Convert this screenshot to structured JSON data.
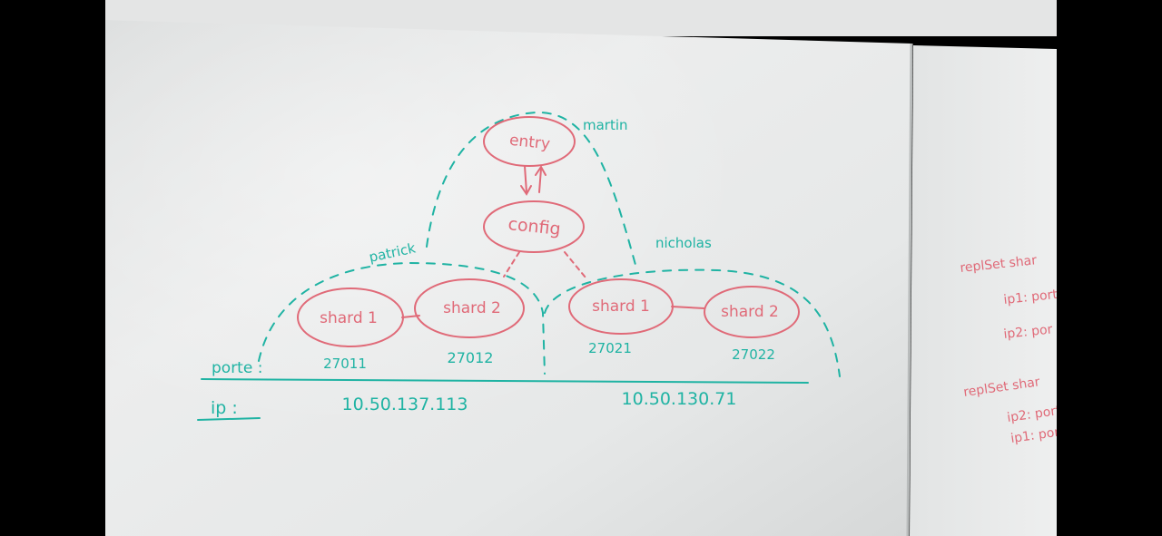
{
  "colors": {
    "frame": "#000000",
    "board": "#e9eaea",
    "red_marker": "#e06a78",
    "teal_marker": "#1fb3a3"
  },
  "nodes": {
    "entry": "entry",
    "config": "config",
    "shard_a1": "shard 1",
    "shard_a2": "shard 2",
    "shard_b1": "shard 1",
    "shard_b2": "shard 2"
  },
  "names": {
    "martin": "martin",
    "patrick": "patrick",
    "nicholas": "nicholas"
  },
  "ports": {
    "label": "porte :",
    "a1": "27011",
    "a2": "27012",
    "b1": "27021",
    "b2": "27022"
  },
  "ips": {
    "label": "ip :",
    "host_a": "10.50.137.113",
    "host_b": "10.50.130.71"
  },
  "side_notes": {
    "replset_1": "replSet shar",
    "ip1_port": "ip1: port",
    "ip2_port": "ip2: por",
    "replset_2": "replSet shar",
    "ip2_port_b": "ip2: port",
    "ip1_port_b": "ip1: por"
  }
}
